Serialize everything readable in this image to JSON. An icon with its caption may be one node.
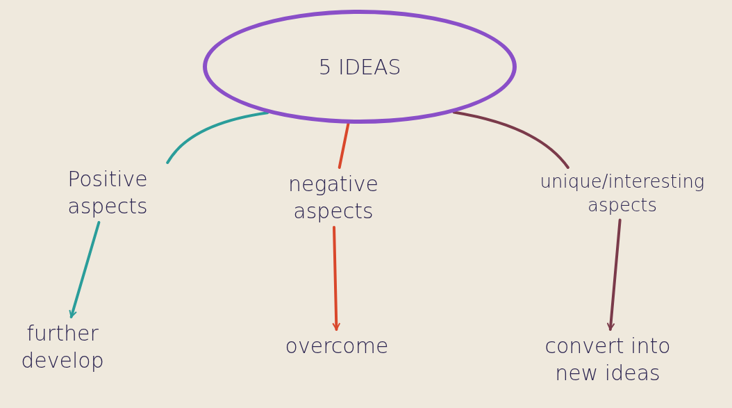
{
  "diagram": {
    "nodes": [
      {
        "text": [
          "5 IDEAS"
        ]
      },
      {
        "text": [
          "Positive aspects"
        ]
      },
      {
        "text": [
          "negative aspects"
        ]
      },
      {
        "text": [
          "unique/interesting aspects"
        ]
      },
      {
        "text": [
          "further develop"
        ]
      },
      {
        "text": [
          "overcome"
        ]
      },
      {
        "text": [
          "convert into new ideas"
        ]
      }
    ],
    "edges": [
      {
        "from": 0,
        "to": 1,
        "arrow": "none",
        "color": "#2a9d9a"
      },
      {
        "from": 0,
        "to": 2,
        "arrow": "none",
        "color": "#d9472b"
      },
      {
        "from": 0,
        "to": 3,
        "arrow": "none",
        "color": "#7a3a4a"
      },
      {
        "from": 1,
        "to": 4,
        "arrow": "to",
        "color": "#2a9d9a"
      },
      {
        "from": 2,
        "to": 5,
        "arrow": "to",
        "color": "#d9472b"
      },
      {
        "from": 3,
        "to": 6,
        "arrow": "to",
        "color": "#7a3a4a"
      }
    ]
  }
}
